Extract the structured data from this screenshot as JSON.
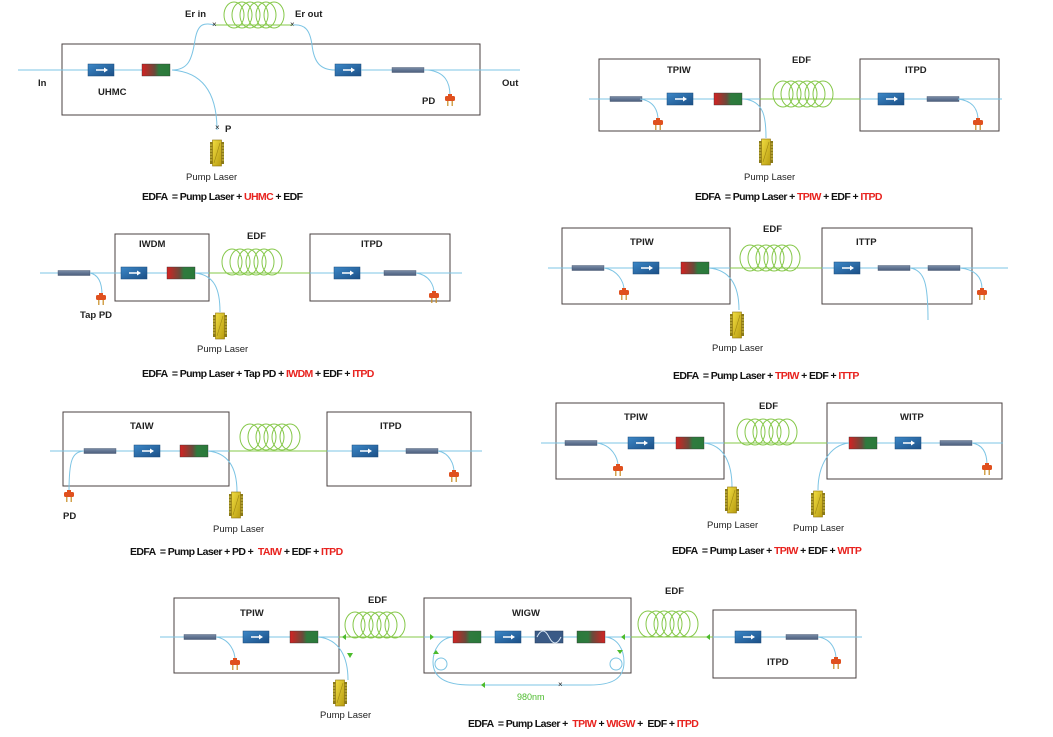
{
  "colors": {
    "fiber": "#7cc4e4",
    "edf": "#86c84a",
    "box_border": "#4a4040",
    "isolator": "#2a6aa8",
    "tap": "#5a7090",
    "pd": "#e0501e",
    "pump": "#d8c21c",
    "accent_red": "#e8231f",
    "green_label": "#4cbb2c"
  },
  "diagrams": [
    {
      "id": "d1",
      "labels": {
        "in": "In",
        "out": "Out",
        "uhmc": "UHMC",
        "pd": "PD",
        "p": "P",
        "er_in": "Er in",
        "er_out": "Er out",
        "pump": "Pump Laser"
      },
      "equation": [
        {
          "text": "EDFA  = Pump Laser + ",
          "red": false
        },
        {
          "text": "UHMC",
          "red": true
        },
        {
          "text": " + EDF",
          "red": false
        }
      ]
    },
    {
      "id": "d2",
      "labels": {
        "box1": "TPIW",
        "box2": "ITPD",
        "edf": "EDF",
        "pump": "Pump Laser"
      },
      "equation": [
        {
          "text": "EDFA  = Pump Laser + ",
          "red": false
        },
        {
          "text": "TPIW",
          "red": true
        },
        {
          "text": " + EDF + ",
          "red": false
        },
        {
          "text": "ITPD",
          "red": true
        }
      ]
    },
    {
      "id": "d3",
      "labels": {
        "box1": "IWDM",
        "box2": "ITPD",
        "edf": "EDF",
        "pump": "Pump Laser",
        "tap_pd": "Tap PD"
      },
      "equation": [
        {
          "text": "EDFA  = Pump Laser + Tap PD + ",
          "red": false
        },
        {
          "text": "IWDM",
          "red": true
        },
        {
          "text": " + EDF + ",
          "red": false
        },
        {
          "text": "ITPD",
          "red": true
        }
      ]
    },
    {
      "id": "d4",
      "labels": {
        "box1": "TPIW",
        "box2": "ITTP",
        "edf": "EDF",
        "pump": "Pump Laser"
      },
      "equation": [
        {
          "text": "EDFA  = Pump Laser + ",
          "red": false
        },
        {
          "text": "TPIW",
          "red": true
        },
        {
          "text": " + EDF + ",
          "red": false
        },
        {
          "text": "ITTP",
          "red": true
        }
      ]
    },
    {
      "id": "d5",
      "labels": {
        "box1": "TAIW",
        "box2": "ITPD",
        "pump": "Pump Laser",
        "pd": "PD"
      },
      "equation": [
        {
          "text": "EDFA  = Pump Laser + PD +  ",
          "red": false
        },
        {
          "text": "TAIW",
          "red": true
        },
        {
          "text": " + EDF + ",
          "red": false
        },
        {
          "text": "ITPD",
          "red": true
        }
      ]
    },
    {
      "id": "d6",
      "labels": {
        "box1": "TPIW",
        "box2": "WITP",
        "edf": "EDF",
        "pump1": "Pump Laser",
        "pump2": "Pump Laser"
      },
      "equation": [
        {
          "text": "EDFA  = Pump Laser + ",
          "red": false
        },
        {
          "text": "TPIW",
          "red": true
        },
        {
          "text": " + EDF + ",
          "red": false
        },
        {
          "text": "WITP",
          "red": true
        }
      ]
    },
    {
      "id": "d7",
      "labels": {
        "box1": "TPIW",
        "box2": "WIGW",
        "box3": "ITPD",
        "edf1": "EDF",
        "edf2": "EDF",
        "pump": "Pump Laser",
        "wavelength": "980nm"
      },
      "equation": [
        {
          "text": "EDFA  = Pump Laser +  ",
          "red": false
        },
        {
          "text": "TPIW",
          "red": true
        },
        {
          "text": " + ",
          "red": false
        },
        {
          "text": "WIGW",
          "red": true
        },
        {
          "text": " +  EDF + ",
          "red": false
        },
        {
          "text": "ITPD",
          "red": true
        }
      ]
    }
  ]
}
